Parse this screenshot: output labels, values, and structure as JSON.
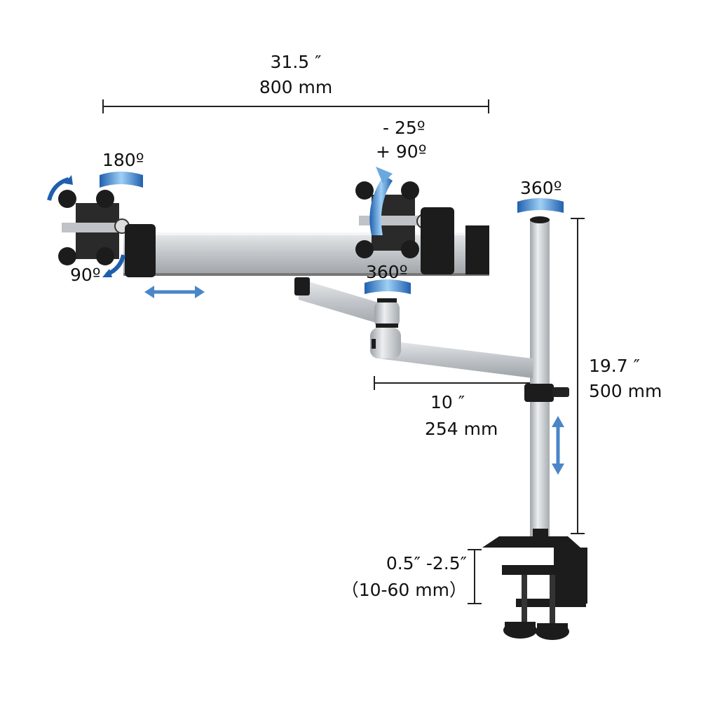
{
  "dimensions": {
    "arm_span": {
      "inches": "31.5 ″",
      "mm": "800 mm"
    },
    "pole_height": {
      "inches": "19.7 ″",
      "mm": "500 mm"
    },
    "arm_extension": {
      "inches": "10 ″",
      "mm": "254 mm"
    },
    "clamp_range": {
      "inches": "0.5″ -2.5″",
      "mm": "（10-60 mm）"
    }
  },
  "rotations": {
    "left_vesa_swivel": "180º",
    "left_vesa_rotate": "90º",
    "right_tilt_minus": "- 25º",
    "right_tilt_plus": "+ 90º",
    "pole_top": "360º",
    "arm_joint": "360º"
  },
  "colors": {
    "arrow_blue": "#4a86c8",
    "aluminum": "#c9ccd0",
    "black_parts": "#1c1c1c",
    "dim_line": "#222222"
  }
}
